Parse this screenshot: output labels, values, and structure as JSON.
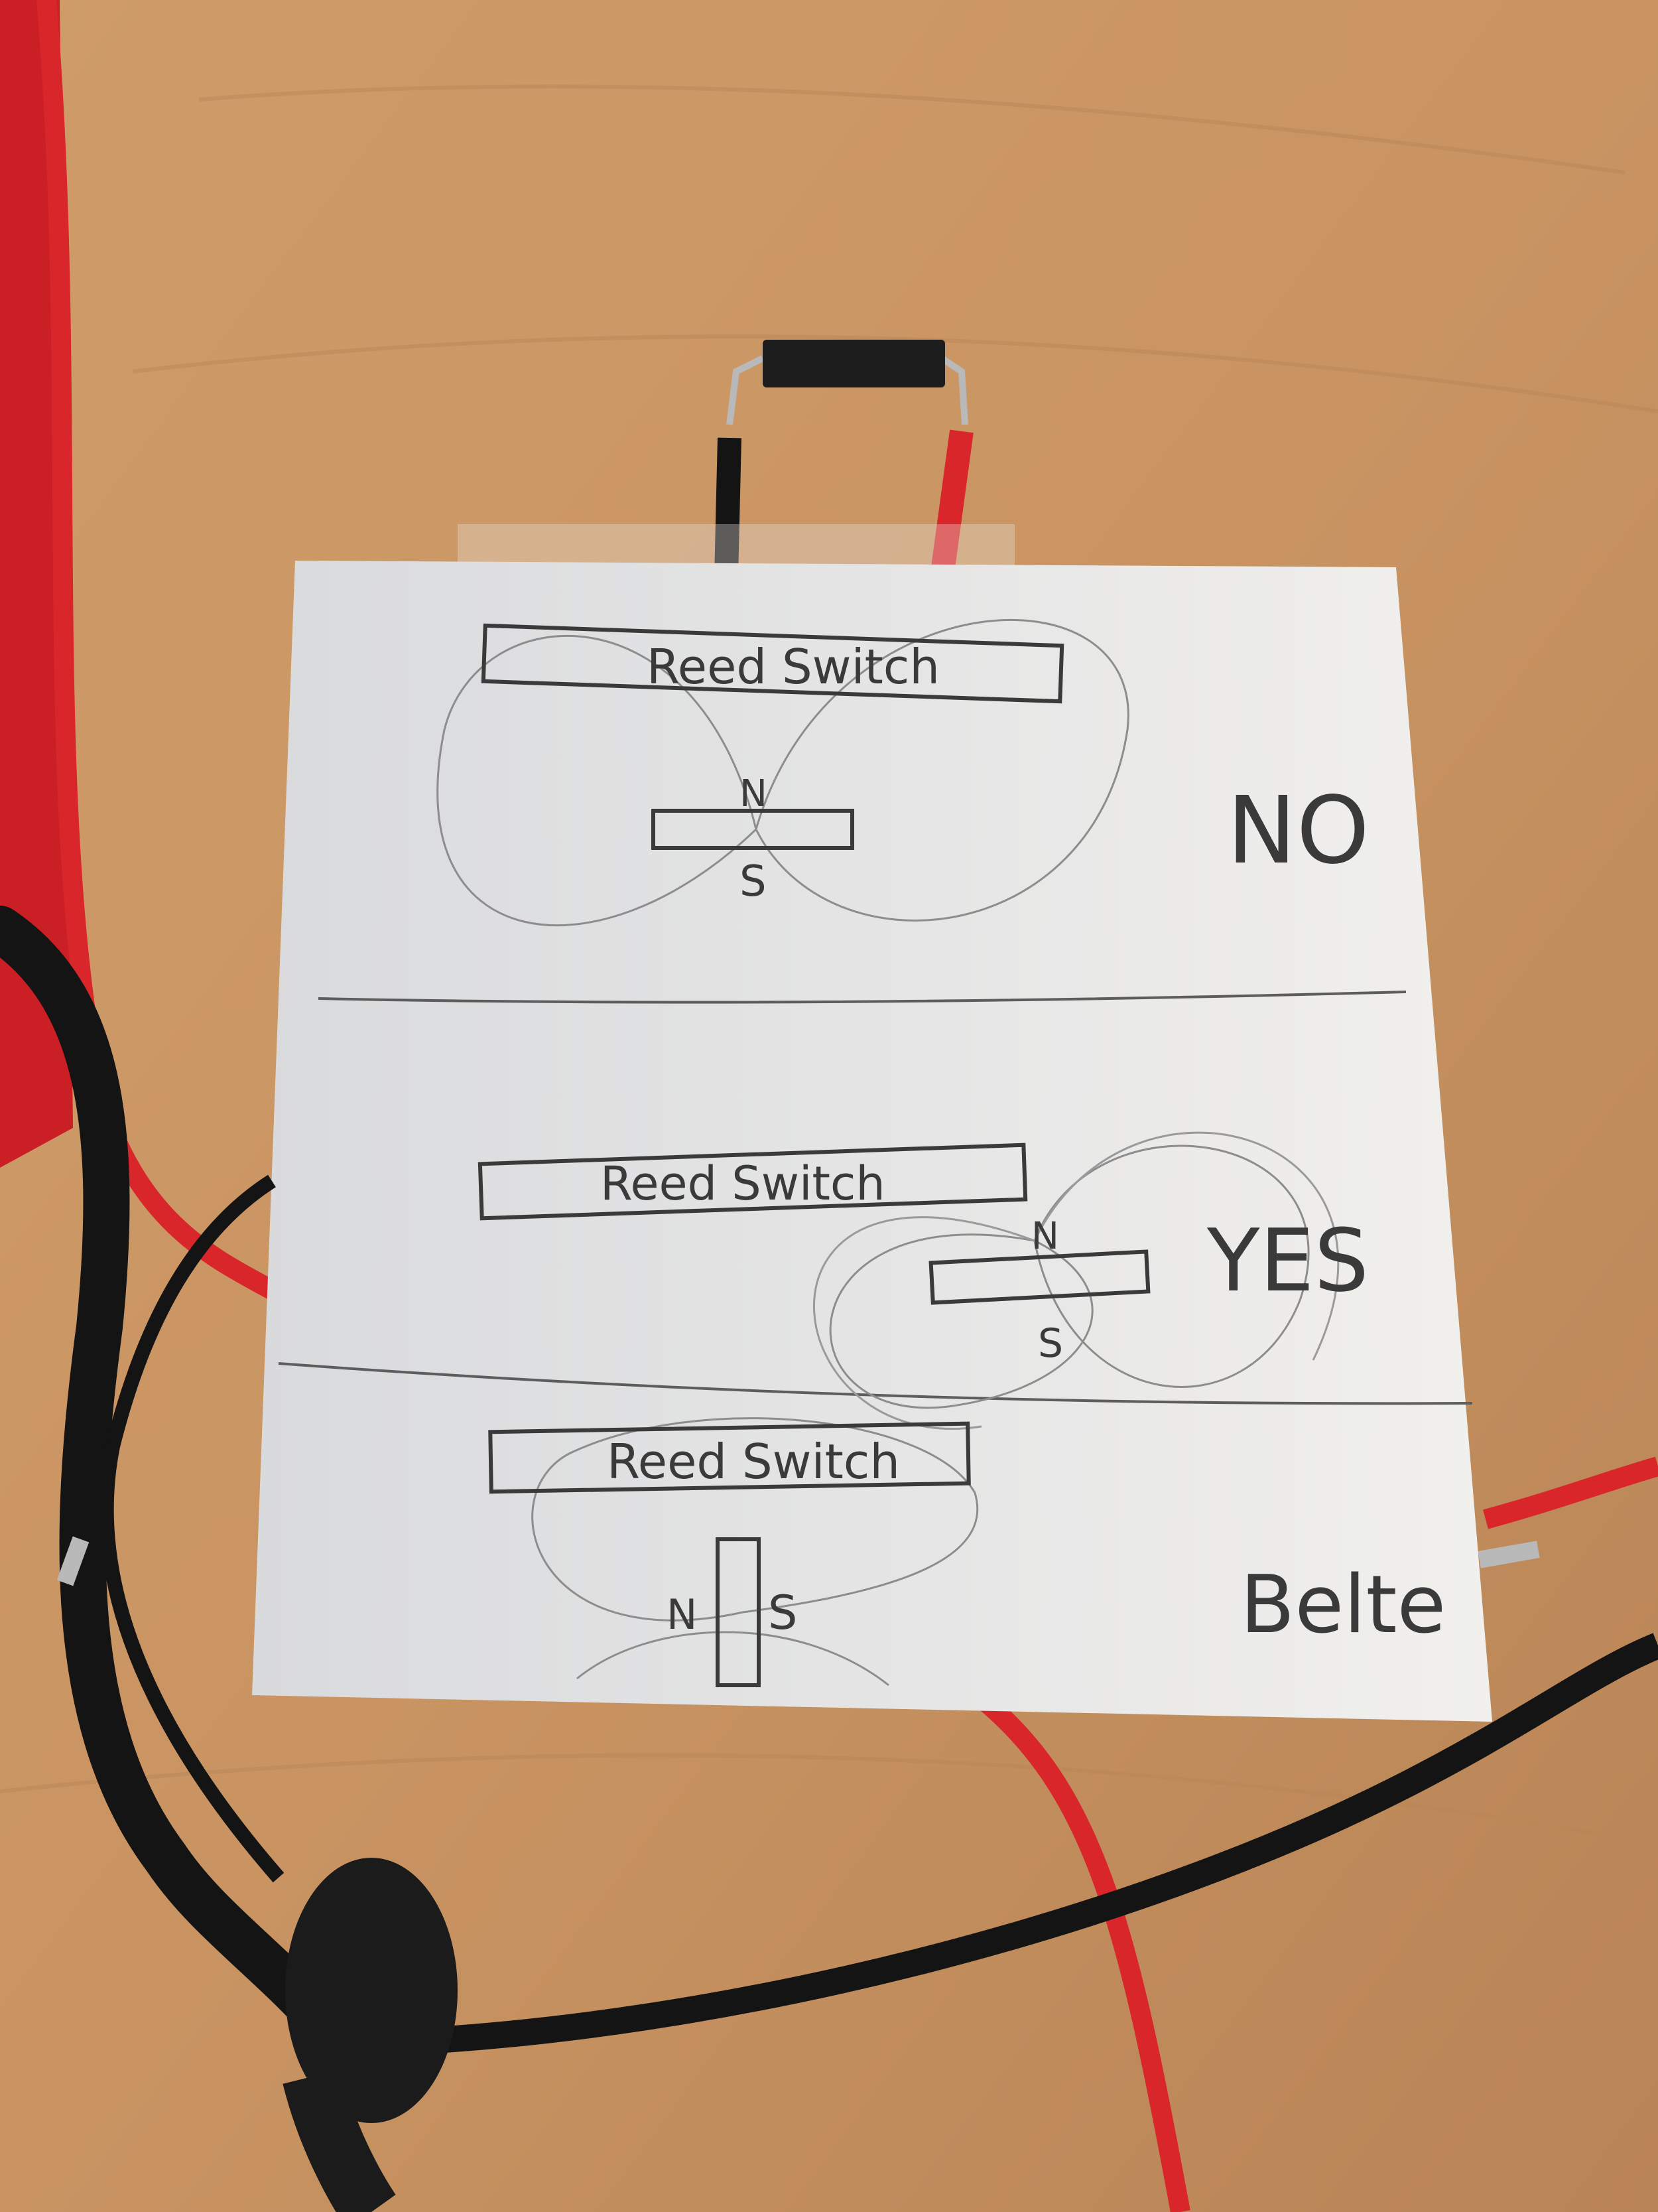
{
  "photo": {
    "colors": {
      "desk": "#c99462",
      "desk_dark": "#a87a4f",
      "paper": "#ecebe8",
      "pencil": "#3a3a3a",
      "field_line": "#8d8d8d",
      "red_wire": "#d9262a",
      "black_wire": "#141414"
    },
    "panels": [
      {
        "switch_label": "Reed Switch",
        "magnet_n": "N",
        "magnet_s": "S",
        "verdict": "NO"
      },
      {
        "switch_label": "Reed Switch",
        "magnet_n": "N",
        "magnet_s": "S",
        "verdict": "YES"
      },
      {
        "switch_label": "Reed Switch",
        "magnet_n": "N",
        "magnet_s": "S",
        "verdict": "Belte"
      }
    ]
  }
}
